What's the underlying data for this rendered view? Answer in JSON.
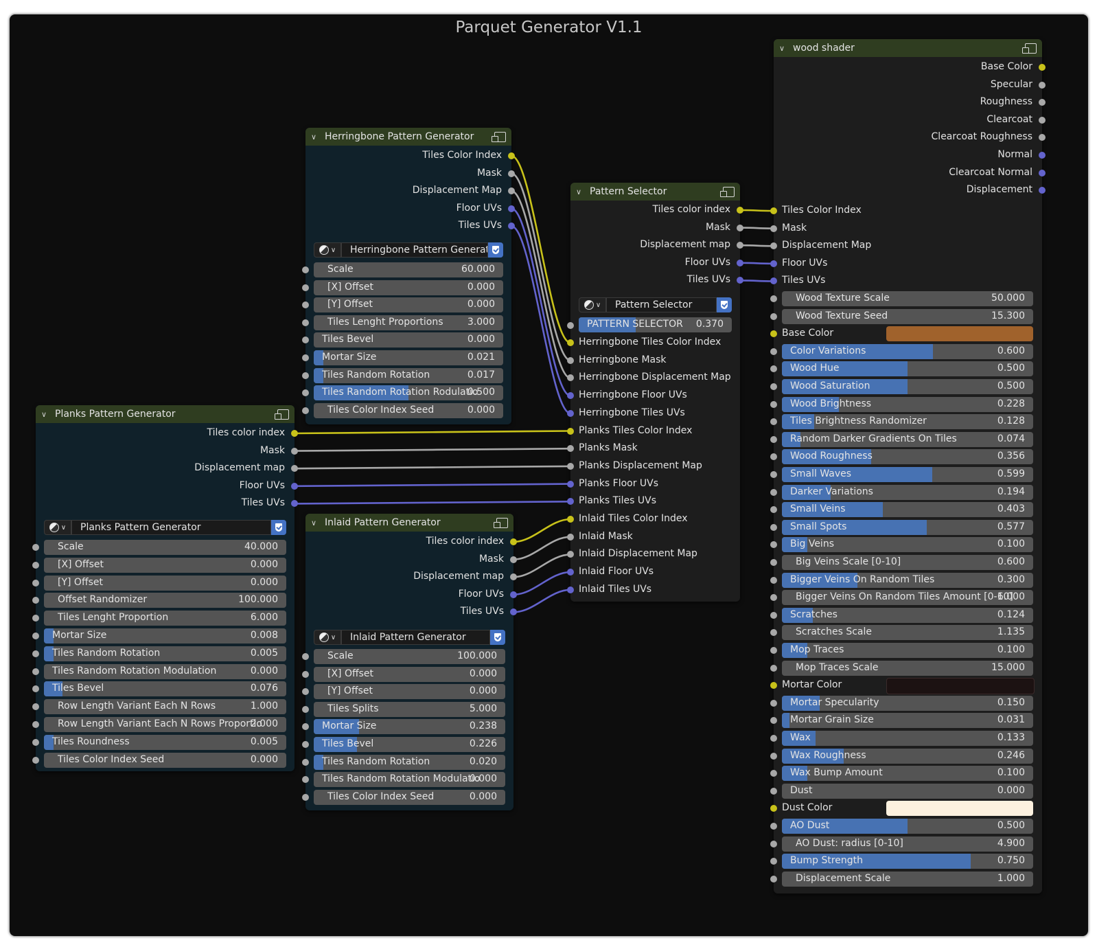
{
  "title": "Parquet Generator V1.1",
  "colors": {
    "socket_yellow": "#c8c21a",
    "socket_grey": "#a8a8a8",
    "socket_blue": "#6363cd",
    "slider_fill": "#4772b3",
    "header_green": "#2f3d20",
    "base_color_swatch": "#a0622c",
    "mortar_color_swatch": "#1c1212",
    "dust_color_swatch": "#fdf1df"
  },
  "herringbone": {
    "title": "Herringbone Pattern Generator",
    "outputs": [
      "Tiles Color Index",
      "Mask",
      "Displacement Map",
      "Floor UVs",
      "Tiles UVs"
    ],
    "group_name": "Herringbone Pattern Generator",
    "fields": [
      {
        "label": "Scale",
        "value": "60.000"
      },
      {
        "label": "[X] Offset",
        "value": "0.000"
      },
      {
        "label": "[Y] Offset",
        "value": "0.000"
      },
      {
        "label": "Tiles Lenght Proportions",
        "value": "3.000"
      },
      {
        "label": "Tiles Bevel",
        "value": "0.000"
      },
      {
        "label": "Mortar Size",
        "value": "0.021"
      },
      {
        "label": "Tiles Random Rotation",
        "value": "0.017"
      },
      {
        "label": "Tiles Random Rotation Rodulatio",
        "value": "0.500"
      },
      {
        "label": "Tiles Color Index Seed",
        "value": "0.000"
      }
    ]
  },
  "planks": {
    "title": "Planks Pattern Generator",
    "outputs": [
      "Tiles color index",
      "Mask",
      "Displacement map",
      "Floor UVs",
      "Tiles UVs"
    ],
    "group_name": "Planks Pattern Generator",
    "fields": [
      {
        "label": "Scale",
        "value": "40.000"
      },
      {
        "label": "[X] Offset",
        "value": "0.000"
      },
      {
        "label": "[Y] Offset",
        "value": "0.000"
      },
      {
        "label": "Offset Randomizer",
        "value": "100.000"
      },
      {
        "label": "Tiles Lenght Proportion",
        "value": "6.000"
      },
      {
        "label": "Mortar Size",
        "value": "0.008"
      },
      {
        "label": "Tiles Random Rotation",
        "value": "0.005"
      },
      {
        "label": "Tiles Random Rotation Modulation",
        "value": "0.000"
      },
      {
        "label": "Tiles Bevel",
        "value": "0.076"
      },
      {
        "label": "Row Length Variant Each N Rows",
        "value": "1.000"
      },
      {
        "label": "Row Length Variant Each N Rows Proportio",
        "value": "2.000"
      },
      {
        "label": "Tiles Roundness",
        "value": "0.005"
      },
      {
        "label": "Tiles Color Index Seed",
        "value": "0.000"
      }
    ]
  },
  "inlaid": {
    "title": "Inlaid Pattern Generator",
    "outputs": [
      "Tiles color index",
      "Mask",
      "Displacement map",
      "Floor UVs",
      "Tiles UVs"
    ],
    "group_name": "Inlaid Pattern Generator",
    "fields": [
      {
        "label": "Scale",
        "value": "100.000"
      },
      {
        "label": "[X] Offset",
        "value": "0.000"
      },
      {
        "label": "[Y] Offset",
        "value": "0.000"
      },
      {
        "label": "Tiles Splits",
        "value": "5.000"
      },
      {
        "label": "Mortar Size",
        "value": "0.238"
      },
      {
        "label": "Tiles Bevel",
        "value": "0.226"
      },
      {
        "label": "Tiles Random Rotation",
        "value": "0.020"
      },
      {
        "label": "Tiles Random Rotation Modulatio",
        "value": "0.000"
      },
      {
        "label": "Tiles Color Index Seed",
        "value": "0.000"
      }
    ]
  },
  "selector": {
    "title": "Pattern Selector",
    "outputs": [
      "Tiles color index",
      "Mask",
      "Displacement map",
      "Floor UVs",
      "Tiles UVs"
    ],
    "group_name": "Pattern Selector",
    "slider": {
      "label": "PATTERN SELECTOR",
      "value": "0.370"
    },
    "inputs": [
      "Herringbone Tiles Color Index",
      "Herringbone Mask",
      "Herringbone Displacement Map",
      "Herringbone Floor UVs",
      "Herringbone Tiles UVs",
      "Planks Tiles Color Index",
      "Planks Mask",
      "Planks Displacement Map",
      "Planks Floor UVs",
      "Planks Tiles UVs",
      "Inlaid Tiles Color Index",
      "Inlaid Mask",
      "Inlaid Displacement Map",
      "Inlaid Floor UVs",
      "Inlaid Tiles UVs"
    ]
  },
  "wood": {
    "title": "wood shader",
    "outputs": [
      "Base Color",
      "Specular",
      "Roughness",
      "Clearcoat",
      "Clearcoat Roughness",
      "Normal",
      "Clearcoat Normal",
      "Displacement"
    ],
    "inputs": [
      "Tiles Color Index",
      "Mask",
      "Displacement Map",
      "Floor UVs",
      "Tiles UVs"
    ],
    "params": [
      {
        "kind": "field",
        "label": "Wood Texture Scale",
        "value": "50.000"
      },
      {
        "kind": "field",
        "label": "Wood Texture Seed",
        "value": "15.300"
      },
      {
        "kind": "color",
        "label": "Base Color"
      },
      {
        "kind": "slider",
        "label": "Color Variations",
        "value": "0.600"
      },
      {
        "kind": "slider",
        "label": "Wood Hue",
        "value": "0.500"
      },
      {
        "kind": "slider",
        "label": "Wood Saturation",
        "value": "0.500"
      },
      {
        "kind": "slider",
        "label": "Wood Brightness",
        "value": "0.228"
      },
      {
        "kind": "slider",
        "label": "Tiles Brightness Randomizer",
        "value": "0.128"
      },
      {
        "kind": "slider",
        "label": "Random Darker Gradients On Tiles",
        "value": "0.074"
      },
      {
        "kind": "slider",
        "label": "Wood Roughness",
        "value": "0.356"
      },
      {
        "kind": "slider",
        "label": "Small Waves",
        "value": "0.599"
      },
      {
        "kind": "slider",
        "label": "Darker Variations",
        "value": "0.194"
      },
      {
        "kind": "slider",
        "label": "Small Veins",
        "value": "0.403"
      },
      {
        "kind": "slider",
        "label": "Small Spots",
        "value": "0.577"
      },
      {
        "kind": "slider",
        "label": "Big Veins",
        "value": "0.100"
      },
      {
        "kind": "field",
        "label": "Big Veins Scale [0-10]",
        "value": "0.600"
      },
      {
        "kind": "slider",
        "label": "Bigger Veins On Random Tiles",
        "value": "0.300"
      },
      {
        "kind": "field",
        "label": "Bigger Veins On Random Tiles Amount [0-10]",
        "value": "6.000"
      },
      {
        "kind": "slider",
        "label": "Scratches",
        "value": "0.124"
      },
      {
        "kind": "field",
        "label": "Scratches Scale",
        "value": "1.135"
      },
      {
        "kind": "slider",
        "label": "Mop Traces",
        "value": "0.100"
      },
      {
        "kind": "field",
        "label": "Mop Traces Scale",
        "value": "15.000"
      },
      {
        "kind": "color",
        "label": "Mortar Color"
      },
      {
        "kind": "slider",
        "label": "Mortar Specularity",
        "value": "0.150"
      },
      {
        "kind": "slider",
        "label": "Mortar Grain Size",
        "value": "0.031"
      },
      {
        "kind": "slider",
        "label": "Wax",
        "value": "0.133"
      },
      {
        "kind": "slider",
        "label": "Wax Roughness",
        "value": "0.246"
      },
      {
        "kind": "slider",
        "label": "Wax Bump Amount",
        "value": "0.100"
      },
      {
        "kind": "slider",
        "label": "Dust",
        "value": "0.000"
      },
      {
        "kind": "color",
        "label": "Dust Color"
      },
      {
        "kind": "slider",
        "label": "AO Dust",
        "value": "0.500"
      },
      {
        "kind": "field",
        "label": "AO Dust: radius [0-10]",
        "value": "4.900"
      },
      {
        "kind": "slider",
        "label": "Bump Strength",
        "value": "0.750"
      },
      {
        "kind": "field",
        "label": "Displacement Scale",
        "value": "1.000"
      }
    ]
  }
}
